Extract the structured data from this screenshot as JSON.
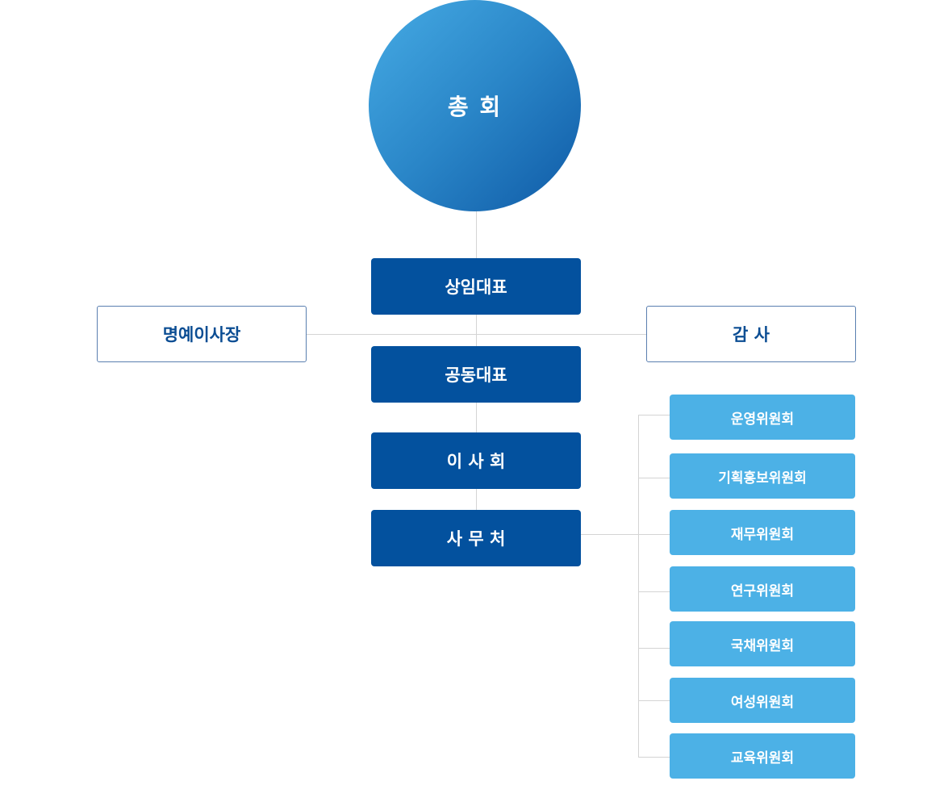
{
  "top": {
    "label": "총 회"
  },
  "main_chain": [
    {
      "label": "상임대표"
    },
    {
      "label": "공동대표"
    },
    {
      "label": "이 사 회"
    },
    {
      "label": "사 무 처"
    }
  ],
  "side": {
    "left": "명예이사장",
    "right": "감 사"
  },
  "committees": [
    {
      "label": "운영위원회"
    },
    {
      "label": "기획홍보위원회"
    },
    {
      "label": "재무위원회"
    },
    {
      "label": "연구위원회"
    },
    {
      "label": "국채위원회"
    },
    {
      "label": "여성위원회"
    },
    {
      "label": "교육위원회"
    }
  ],
  "colors": {
    "circle_gradient_start": "#46abe4",
    "circle_gradient_end": "#0f5aa6",
    "dark_box": "#03519e",
    "light_box": "#4cb1e6",
    "outline_text": "#0b4d93",
    "connector": "#d4d4d4"
  }
}
